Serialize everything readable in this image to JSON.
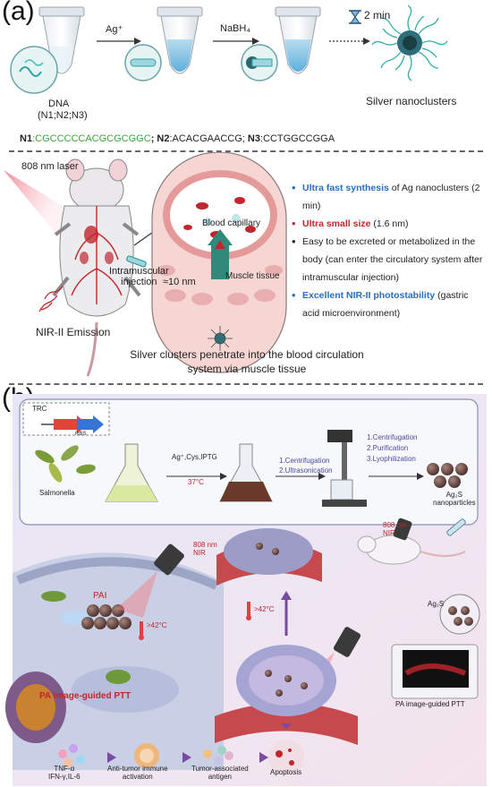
{
  "panel_a": {
    "letter": "(a)",
    "ag_plus": "Ag⁺",
    "nabh4": "NaBH₄",
    "timer": "2 min",
    "dna_label": "DNA",
    "dna_sub": "(N1;N2;N3)",
    "nanocluster_label": "Silver nanoclusters",
    "seq": {
      "n1_name": "N1",
      "n1_seq": ":CGCCCCCACGCGCGGC",
      "n2_name": "; N2",
      "n2_seq": ":ACACGAACCG; ",
      "n3_name": "N3",
      "n3_seq": ":CCTGGCCGGA"
    },
    "laser": "808 nm laser",
    "blood_capillary": "Blood capillary",
    "muscle_tissue": "Muscle tissue",
    "size_label": "≈10 nm",
    "injection": "Intramuscular\ninjection",
    "emission": "NIR-II Emission",
    "caption": "Silver clusters penetrate into the blood circulation system via muscle tissue",
    "bullets": [
      {
        "bold": "Ultra fast synthesis",
        "rest": " of Ag nanoclusters (2 min)",
        "color": "#2a6db8"
      },
      {
        "bold": "Ultra small size",
        "rest": " (1.6 nm)",
        "color": "#c0262d"
      },
      {
        "bold": "",
        "rest": "Easy to be excreted or metabolized in the body (can enter the circulatory system after intramuscular injection)",
        "color": "#222222"
      },
      {
        "bold": "Excellent NIR-II photostability",
        "rest": " (gastric acid microenvironment)",
        "color": "#2a6db8"
      }
    ]
  },
  "panel_b": {
    "letter": "(b)",
    "trc": "TRC",
    "rbs": "RBS",
    "salmonella": "Salmonella",
    "reagents": "Ag⁺,Cys,IPTG",
    "temp": "37°C",
    "step1": "1.Centrifugation",
    "step2": "2.Ultrasonication",
    "purif1": "1.Centrifugation",
    "purif2": "2.Purification",
    "purif3": "3.Lyophilization",
    "product": "Ag₂S\nnanoparticles",
    "pai": "PAI",
    "laser_left": "808 nm\nNIR",
    "laser_right": "808 nm\nNIR",
    "temp_left": ">42°C",
    "temp_mid": ">42°C",
    "ag2s_small": "Ag₂S",
    "pa_left": "PA image-guided PTT",
    "pa_right": "PA image-guided PTT",
    "apoptosis": "Apoptosis",
    "tumor_antigen": "Tumor-associated\nantigen",
    "immune": "Anti-tumor immune\nactivation",
    "cytokines": "TNF-α\nIFN-γ,IL-6"
  }
}
